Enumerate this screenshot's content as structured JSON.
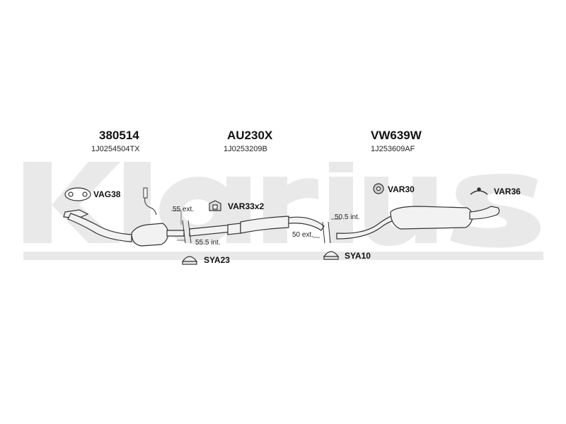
{
  "watermark": {
    "text": "Klarius",
    "color": "#e9e9e9"
  },
  "sections": [
    {
      "part_number": "380514",
      "oem_number": "1J0254504TX"
    },
    {
      "part_number": "AU230X",
      "oem_number": "1J0253209B"
    },
    {
      "part_number": "VW639W",
      "oem_number": "1J253609AF"
    }
  ],
  "accessories": [
    {
      "code": "VAG38",
      "icon": "gasket-icon"
    },
    {
      "code": "VAR33x2",
      "icon": "mounting-bracket-icon"
    },
    {
      "code": "VAR30",
      "icon": "rubber-mount-icon"
    },
    {
      "code": "VAR36",
      "icon": "hanger-icon"
    },
    {
      "code": "SYA23",
      "icon": "clamp-icon"
    },
    {
      "code": "SYA10",
      "icon": "clamp-icon"
    }
  ],
  "dimensions": {
    "ext_55": "55 ext.",
    "int_55_5": "55.5 int.",
    "ext_50": "50 ext.",
    "int_50_5": "50.5 int."
  },
  "colors": {
    "pipe_fill": "#f2f2f2",
    "pipe_stroke": "#333333",
    "text": "#111111"
  }
}
